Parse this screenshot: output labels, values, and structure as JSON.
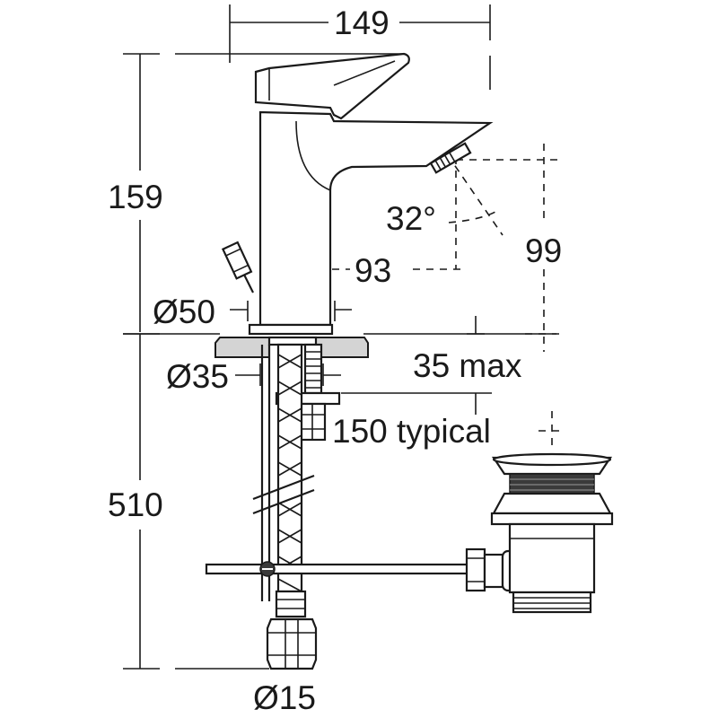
{
  "diagram": {
    "labels": {
      "width_overall": "149",
      "height_tap": "159",
      "spout_angle": "32°",
      "spout_reach": "93",
      "spout_clearance": "99",
      "base_diameter": "Ø50",
      "hole_diameter": "Ø35",
      "deck_thickness": "35 max",
      "hose_length": "150 typical",
      "total_height": "510",
      "connector_diameter": "Ø15"
    },
    "colors": {
      "line": "#1a1a1a",
      "fill_light": "#d4d4d4",
      "fill_dark": "#3a3a3a",
      "background": "#ffffff"
    }
  }
}
